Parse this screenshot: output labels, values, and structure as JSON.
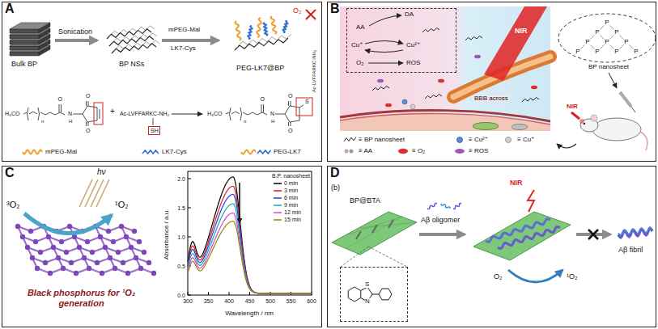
{
  "diagram": {
    "nodes": [
      {
        "text": [
          "A"
        ]
      },
      {
        "text": [
          "B"
        ]
      },
      {
        "text": [
          "C"
        ]
      },
      {
        "text": [
          "D"
        ]
      },
      {
        "text": [
          "SH"
        ],
        "in": 0
      },
      {
        "text": [
          "AA",
          "DA",
          "Cu⁺",
          "Cu²⁺",
          "O₂",
          "ROS"
        ],
        "in": 1
      },
      {
        "text": [
          "S",
          "N"
        ],
        "in": 3
      }
    ],
    "labels": [
      "Bulk BP",
      "Sonication",
      "BP NSs",
      "mPEG-Mal",
      "LK7-Cys",
      "PEG-LK7@BP",
      "O₂",
      "H₃CO",
      "n",
      "O",
      "H",
      "N",
      "O",
      "O",
      "+",
      "Ac-LVFFARKC-NH₂",
      "H₃CO",
      "n",
      "O",
      "H",
      "N",
      "O",
      "O",
      "S",
      "Ac-LVFFARKC-NH₂",
      "mPEG-Mal",
      "LK7-Cys",
      "PEG-LK7",
      "NIR",
      "BBB across",
      "BP nanosheet",
      "P",
      "P",
      "P",
      "P",
      "P",
      "P",
      "P",
      "P",
      "P",
      "P",
      "NIR",
      "hν",
      "³O₂",
      "¹O₂",
      "Black phosphorus for ¹O₂ generation",
      "Absorbance / a.u.",
      "Wavelength / nm",
      "0.0",
      "0.5",
      "1.0",
      "1.5",
      "2.0",
      "300",
      "350",
      "400",
      "450",
      "500",
      "550",
      "600",
      "B.P. nanosheet",
      "(b)",
      "BP@BTA",
      "Aβ oligomer",
      "NIR",
      "O₂",
      "¹O₂",
      "Aβ fibril"
    ],
    "legend": [
      {
        "text": "≡ BP nanosheet"
      },
      {
        "text": "≡ AA"
      },
      {
        "text": "≡ O₂"
      },
      {
        "text": "≡ Cu²⁺"
      },
      {
        "text": "≡ Cu⁺"
      },
      {
        "text": "≡ ROS"
      },
      {
        "text": "0 min"
      },
      {
        "text": "3 min"
      },
      {
        "text": "6 min"
      },
      {
        "text": "9 min"
      },
      {
        "text": "12 min"
      },
      {
        "text": "15 min"
      }
    ]
  }
}
